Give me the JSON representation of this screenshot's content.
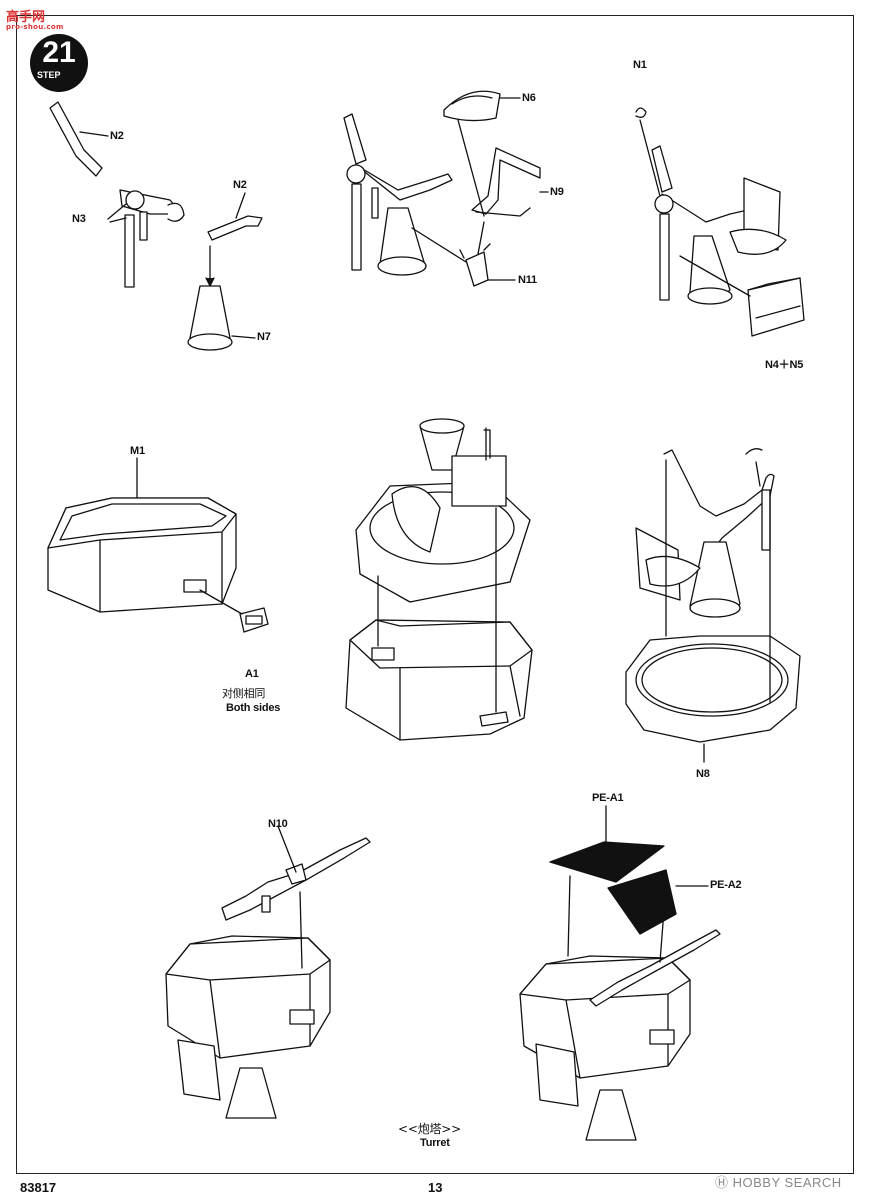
{
  "watermark": {
    "title": "高手网",
    "sub": "pro-shou.com"
  },
  "step": {
    "number": "21",
    "word": "STEP"
  },
  "labels": {
    "n2_a": "N2",
    "n3": "N3",
    "n2_b": "N2",
    "n7": "N7",
    "n6": "N6",
    "n9": "N9",
    "n11": "N11",
    "n1": "N1",
    "n4n5": "N4＋N5",
    "m1": "M1",
    "a1": "A1",
    "a1_cn": "对侧相同",
    "a1_en": "Both sides",
    "n8": "N8",
    "n10": "N10",
    "pea1": "PE-A1",
    "pea2": "PE-A2"
  },
  "caption": {
    "cn": "<<炮塔>>",
    "en": "Turret"
  },
  "footer": {
    "code": "83817",
    "page": "13",
    "source": "HOBBY SEARCH"
  }
}
